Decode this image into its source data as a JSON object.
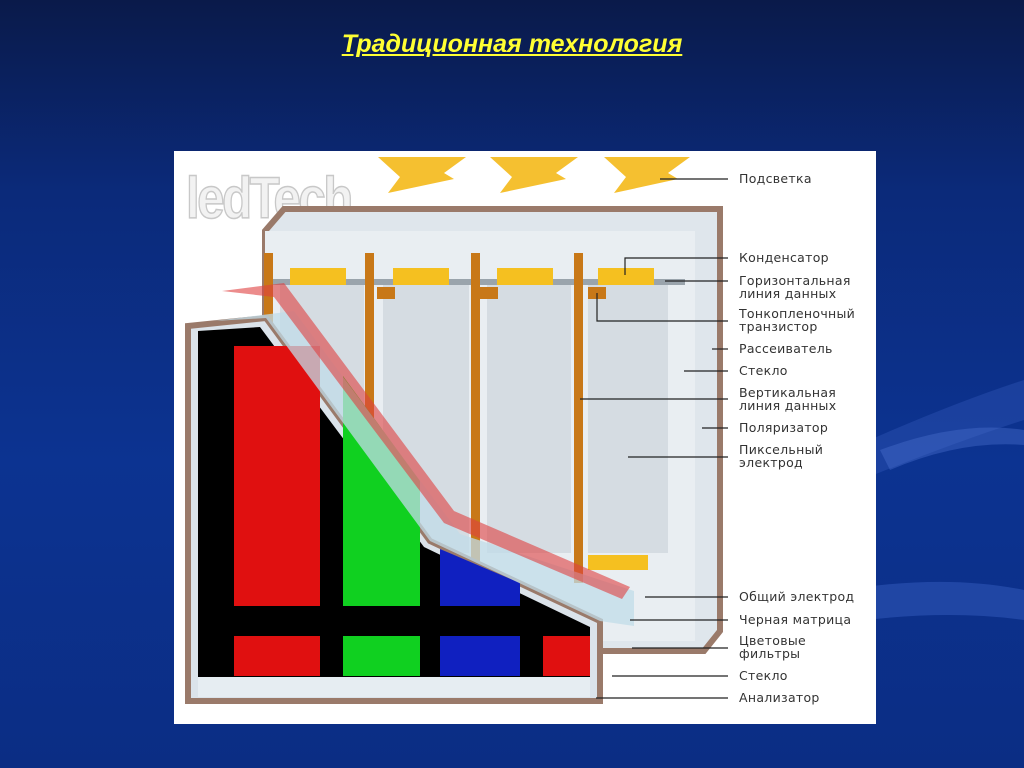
{
  "slide": {
    "title": "Традиционная технология"
  },
  "diagram": {
    "watermark": "ledTech",
    "labels": [
      {
        "id": "backlight",
        "text": "Подсветка"
      },
      {
        "id": "capacitor",
        "text": "Конденсатор"
      },
      {
        "id": "horizontal-line",
        "text": "Горизонтальная линия данных"
      },
      {
        "id": "tft",
        "text": "Тонкопленочный транзистор"
      },
      {
        "id": "diffuser",
        "text": "Рассеиватель"
      },
      {
        "id": "glass-back",
        "text": "Стекло"
      },
      {
        "id": "vertical-line",
        "text": "Вертикальная линия данных"
      },
      {
        "id": "polarizer",
        "text": "Поляризатор"
      },
      {
        "id": "pixel-electrode",
        "text": "Пиксельный электрод"
      },
      {
        "id": "common-electrode",
        "text": "Общий электрод"
      },
      {
        "id": "black-matrix",
        "text": "Черная матрица"
      },
      {
        "id": "color-filters",
        "text": "Цветовые фильтры"
      },
      {
        "id": "glass-front",
        "text": "Стекло"
      },
      {
        "id": "analyzer",
        "text": "Анализатор"
      }
    ],
    "colors": {
      "red": "#e01010",
      "green": "#10d020",
      "blue": "#1020c0",
      "orange": "#c87818",
      "yellow": "#f5c020",
      "frame": "#9a7a6a"
    }
  }
}
